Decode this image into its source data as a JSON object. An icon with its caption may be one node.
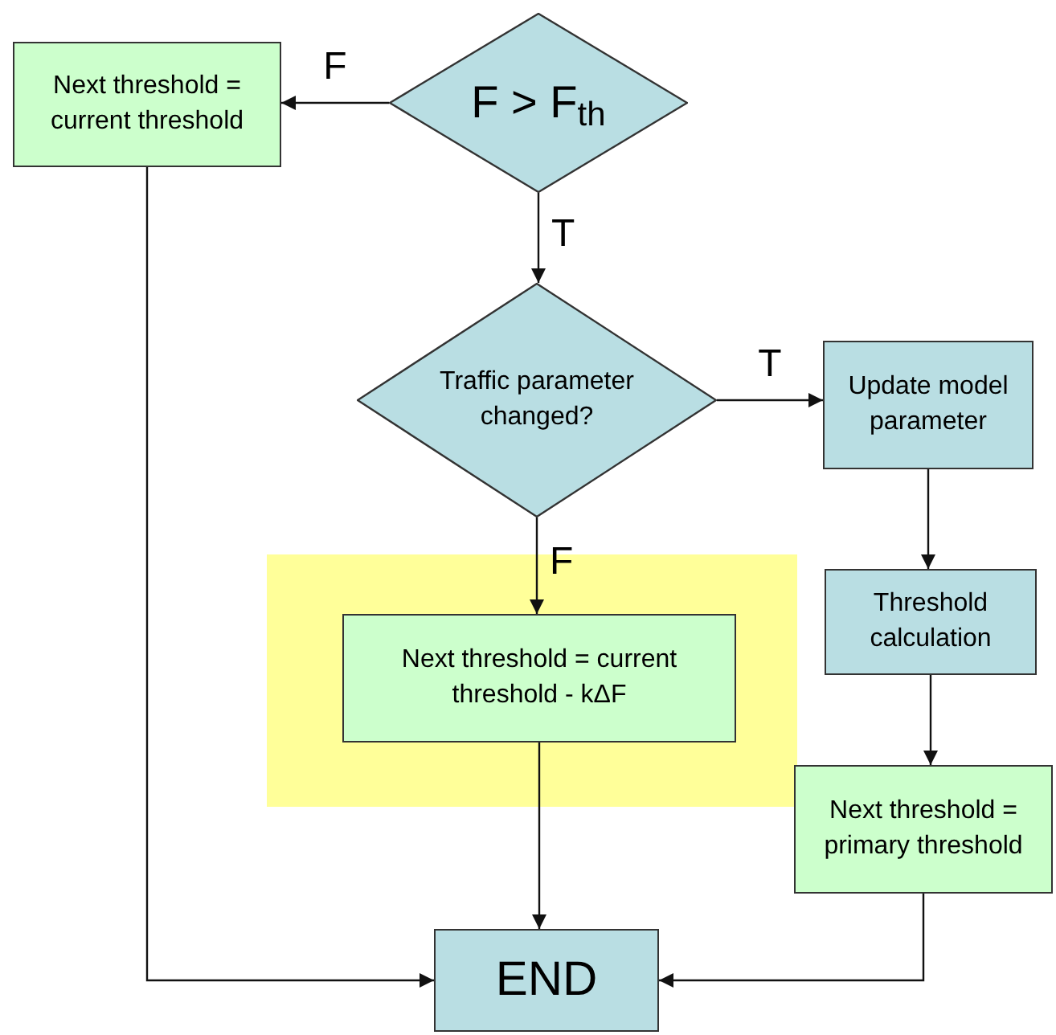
{
  "diagram": {
    "nodes": [
      {
        "text": [
          "F > F$_{th}$"
        ]
      },
      {
        "text": [
          "Next threshold = current threshold"
        ]
      },
      {
        "text": [
          "Traffic parameter changed?"
        ]
      },
      {
        "text": [
          "Update model parameter"
        ]
      },
      {
        "text": [],
        "shape": "box"
      },
      {
        "text": [
          "Next threshold = current threshold - kΔF"
        ],
        "in": 4
      },
      {
        "text": [
          "Threshold calculation"
        ]
      },
      {
        "text": [
          "Next threshold = primary threshold"
        ]
      },
      {
        "text": [
          "END"
        ]
      }
    ],
    "edges": [
      {
        "from": 0,
        "to": 1,
        "arrow": "to",
        "label": "F"
      },
      {
        "from": 0,
        "to": 2,
        "arrow": "to",
        "label": "T"
      },
      {
        "from": 2,
        "to": 3,
        "arrow": "to",
        "label": "T"
      },
      {
        "from": 2,
        "to": 5,
        "arrow": "to",
        "label": "F"
      },
      {
        "from": 3,
        "to": 6,
        "arrow": "to"
      },
      {
        "from": 6,
        "to": 7,
        "arrow": "to"
      },
      {
        "from": 5,
        "to": 8,
        "arrow": "to"
      },
      {
        "from": 1,
        "to": 8,
        "arrow": "to"
      },
      {
        "from": 7,
        "to": 8,
        "arrow": "to"
      }
    ]
  }
}
